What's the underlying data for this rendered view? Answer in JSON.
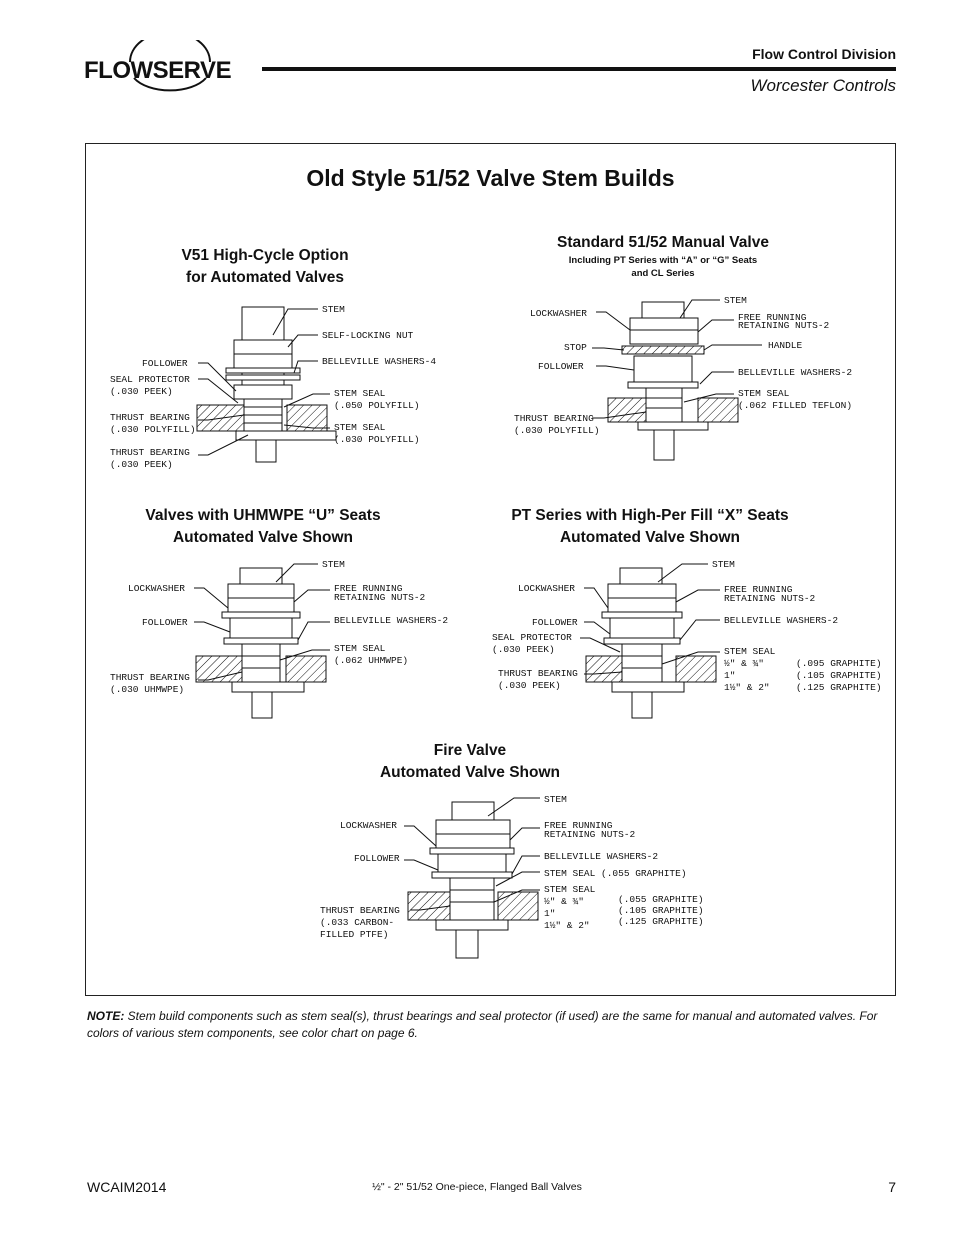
{
  "header": {
    "logo_text": "FLOWSERVE",
    "division": "Flow Control Division",
    "brand": "Worcester Controls"
  },
  "main_title": "Old Style 51/52 Valve Stem Builds",
  "sections": [
    {
      "title_1": "V51 High-Cycle Option",
      "title_2": "for Automated Valves",
      "labels": [
        "STEM",
        "SELF-LOCKING NUT",
        "BELLEVILLE WASHERS-4",
        "FOLLOWER",
        "SEAL PROTECTOR",
        "(.030 PEEK)",
        "STEM SEAL",
        "(.050 POLYFILL)",
        "THRUST BEARING",
        "(.030 POLYFILL)",
        "STEM SEAL",
        "(.030 POLYFILL)",
        "THRUST BEARING",
        "(.030 PEEK)"
      ]
    },
    {
      "title_1": "Standard 51/52 Manual Valve",
      "subtitle_1": "Including PT Series with “A” or “G” Seats",
      "subtitle_2": "and CL Series",
      "labels": [
        "STEM",
        "LOCKWASHER",
        "FREE RUNNING",
        "RETAINING NUTS-2",
        "STOP",
        "HANDLE",
        "FOLLOWER",
        "BELLEVILLE WASHERS-2",
        "STEM SEAL",
        "(.062 FILLED TEFLON)",
        "THRUST BEARING",
        "(.030 POLYFILL)"
      ]
    },
    {
      "title_1": "Valves with UHMWPE “U” Seats",
      "title_2": "Automated Valve Shown",
      "labels": [
        "STEM",
        "LOCKWASHER",
        "FREE RUNNING",
        "RETAINING NUTS-2",
        "FOLLOWER",
        "BELLEVILLE WASHERS-2",
        "STEM SEAL",
        "(.062 UHMWPE)",
        "THRUST BEARING",
        "(.030 UHMWPE)"
      ]
    },
    {
      "title_1": "PT Series with High-Per Fill “X” Seats",
      "title_2": "Automated Valve Shown",
      "labels": [
        "STEM",
        "LOCKWASHER",
        "FREE RUNNING",
        "RETAINING NUTS-2",
        "FOLLOWER",
        "BELLEVILLE WASHERS-2",
        "SEAL PROTECTOR",
        "(.030 PEEK)",
        "STEM SEAL",
        "½\" & ¾\"",
        "1\"",
        "1½\" & 2\"",
        "(.095 GRAPHITE)",
        "(.105 GRAPHITE)",
        "(.125 GRAPHITE)",
        "THRUST BEARING",
        "(.030 PEEK)"
      ]
    },
    {
      "title_1": "Fire Valve",
      "title_2": "Automated Valve Shown",
      "labels": [
        "STEM",
        "LOCKWASHER",
        "FREE RUNNING",
        "RETAINING NUTS-2",
        "FOLLOWER",
        "BELLEVILLE WASHERS-2",
        "STEM SEAL (.055 GRAPHITE)",
        "STEM SEAL",
        "½\" & ¾\"",
        "1\"",
        "1½\" & 2\"",
        "(.055 GRAPHITE)",
        "(.105 GRAPHITE)",
        "(.125 GRAPHITE)",
        "THRUST BEARING",
        "(.033 CARBON-",
        "FILLED PTFE)"
      ]
    }
  ],
  "note": {
    "label": "NOTE:",
    "text": " Stem build components such as stem seal(s), thrust bearings and seal protector (if used) are the same for manual and automated valves. For colors of various stem components, see color chart on page 6."
  },
  "footer": {
    "doc_code": "WCAIM2014",
    "center": "½\" - 2\" 51/52 One-piece, Flanged Ball Valves",
    "page": "7"
  }
}
